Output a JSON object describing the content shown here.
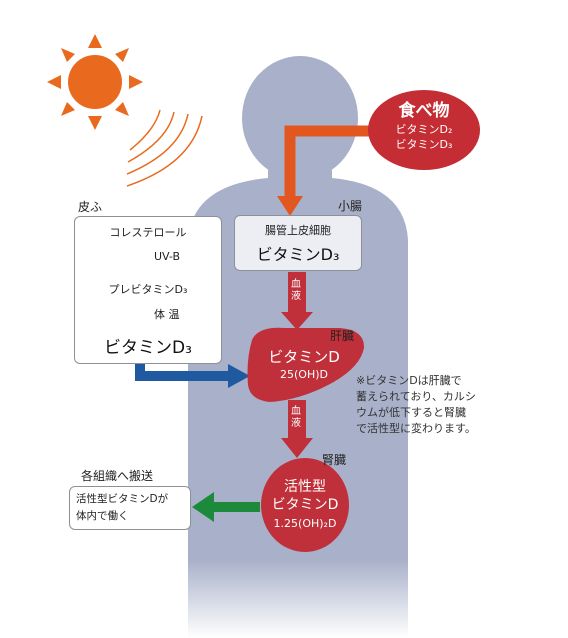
{
  "colors": {
    "body_silhouette": "#a9b1ca",
    "sun": "#e96a1e",
    "organ_red": "#c0303a",
    "food_red": "#c32d33",
    "arrow_orange": "#e2561f",
    "arrow_blue": "#1f5aa0",
    "arrow_green": "#1d8a3b",
    "small_box_bg": "#eceef3"
  },
  "icons": {
    "sun": "sun-icon",
    "heat_waves": "heat-waves-icon"
  },
  "food": {
    "title": "食べ物",
    "line1": "ビタミンD₂",
    "line2": "ビタミンD₃"
  },
  "skin": {
    "label": "皮ふ",
    "step1": "コレステロール",
    "arrow1_label": "UV-B",
    "step2": "プレビタミンD₃",
    "arrow2_label": "体 温",
    "step3": "ビタミンD₃"
  },
  "intestine": {
    "label": "小腸",
    "line1": "腸管上皮細胞",
    "line2": "ビタミンD₃"
  },
  "blood_label_1": "血液",
  "liver": {
    "label": "肝臓",
    "line1": "ビタミンD",
    "line2": "25(OH)D"
  },
  "note": {
    "line1": "※ビタミンDは肝臓で",
    "line2": "蓄えられており、カルシ",
    "line3": "ウムが低下すると腎臓",
    "line4": "で活性型に変わります。"
  },
  "blood_label_2": "血液",
  "kidney": {
    "label": "腎臓",
    "line1": "活性型",
    "line2": "ビタミンD",
    "line3": "1.25(OH)₂D"
  },
  "transport": {
    "label": "各組織へ搬送",
    "line1": "活性型ビタミンDが",
    "line2": "体内で働く"
  }
}
